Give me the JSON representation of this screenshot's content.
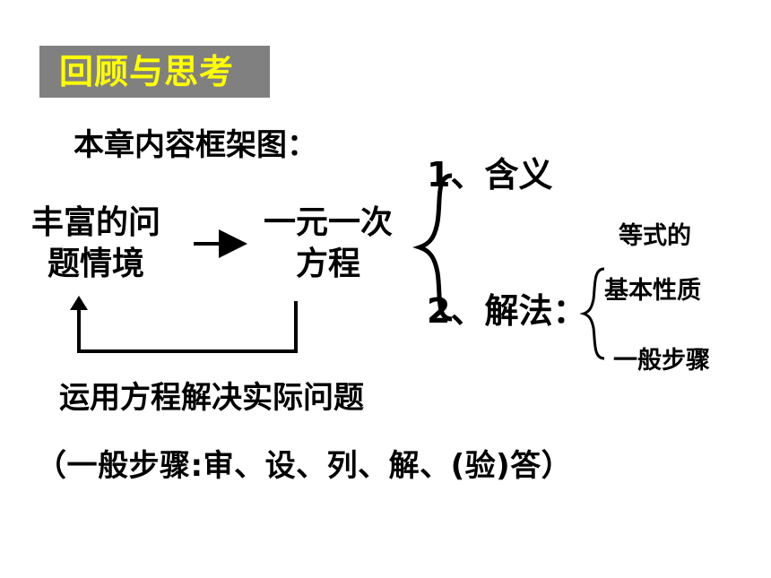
{
  "title": "回顾与思考",
  "heading": "本章内容框架图：",
  "nodes": {
    "situation_line1": "丰富的问",
    "situation_line2": "题情境",
    "equation_line1": "一元一次",
    "equation_line2": "方程"
  },
  "branches": {
    "meaning": "1、含义",
    "solving": "2、解法："
  },
  "solving_sub": {
    "header": "等式的",
    "property": "基本性质",
    "steps": "一般步骤"
  },
  "application": "运用方程解决实际问题",
  "application_steps": "（一般步骤:审、设、列、解、(验)答）",
  "colors": {
    "title_bg": "#808080",
    "title_text": "#ffff00",
    "ink": "#000000",
    "background": "#ffffff"
  }
}
